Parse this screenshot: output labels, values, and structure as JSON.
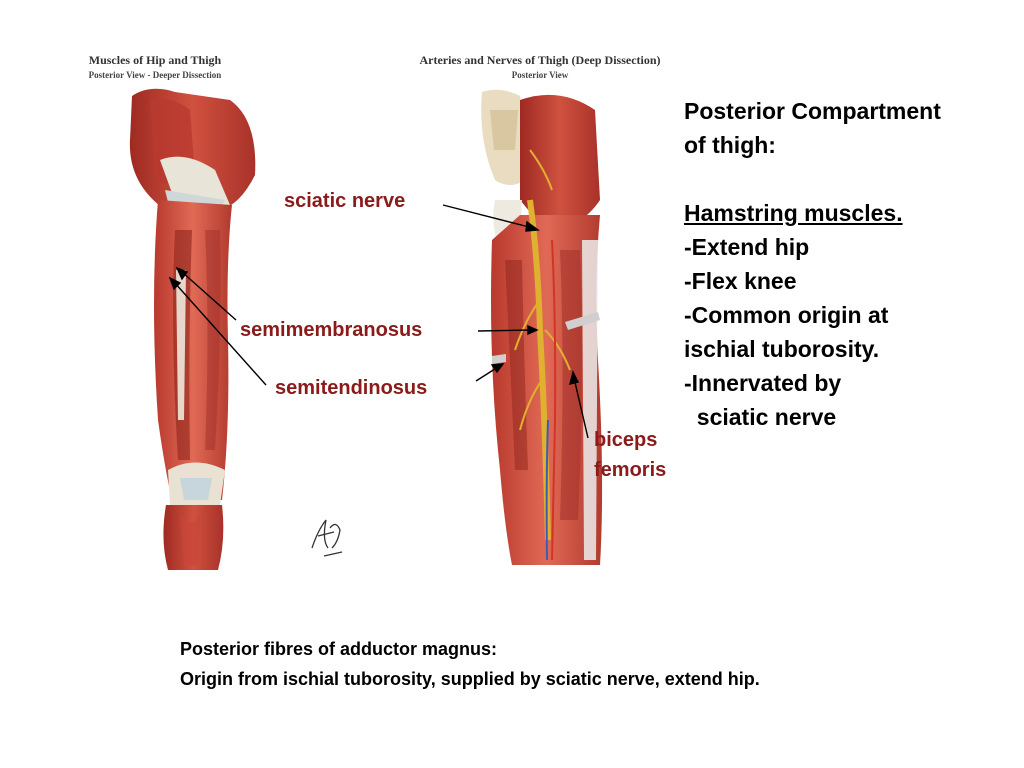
{
  "figures": {
    "left": {
      "title": "Muscles of Hip and Thigh",
      "subtitle": "Posterior View - Deeper Dissection"
    },
    "right": {
      "title": "Arteries and Nerves of Thigh (Deep Dissection)",
      "subtitle": "Posterior View"
    }
  },
  "labels": {
    "sciatic_nerve": "sciatic nerve",
    "semimembranosus": "semimembranosus",
    "semitendinosus": "semitendinosus",
    "biceps": "biceps",
    "femoris": "femoris"
  },
  "right_panel": {
    "heading_line1": "Posterior Compartment",
    "heading_line2": "of thigh:",
    "subheading": "Hamstring muscles.",
    "items": [
      "-Extend hip",
      "-Flex knee",
      "-Common origin at",
      "ischial tuborosity.",
      "-Innervated by",
      "  sciatic nerve"
    ]
  },
  "bottom": {
    "line1": "Posterior fibres of adductor magnus:",
    "line2": "Origin from ischial tuborosity, supplied by sciatic nerve, extend hip."
  },
  "colors": {
    "label": "#8b1a1a",
    "muscle": "#c8463a",
    "muscle_dark": "#9e2a22",
    "tendon": "#eeeae0",
    "bone": "#e9dcc0",
    "nerve": "#e0b030",
    "artery": "#d23528",
    "vein": "#3a5fb0"
  }
}
